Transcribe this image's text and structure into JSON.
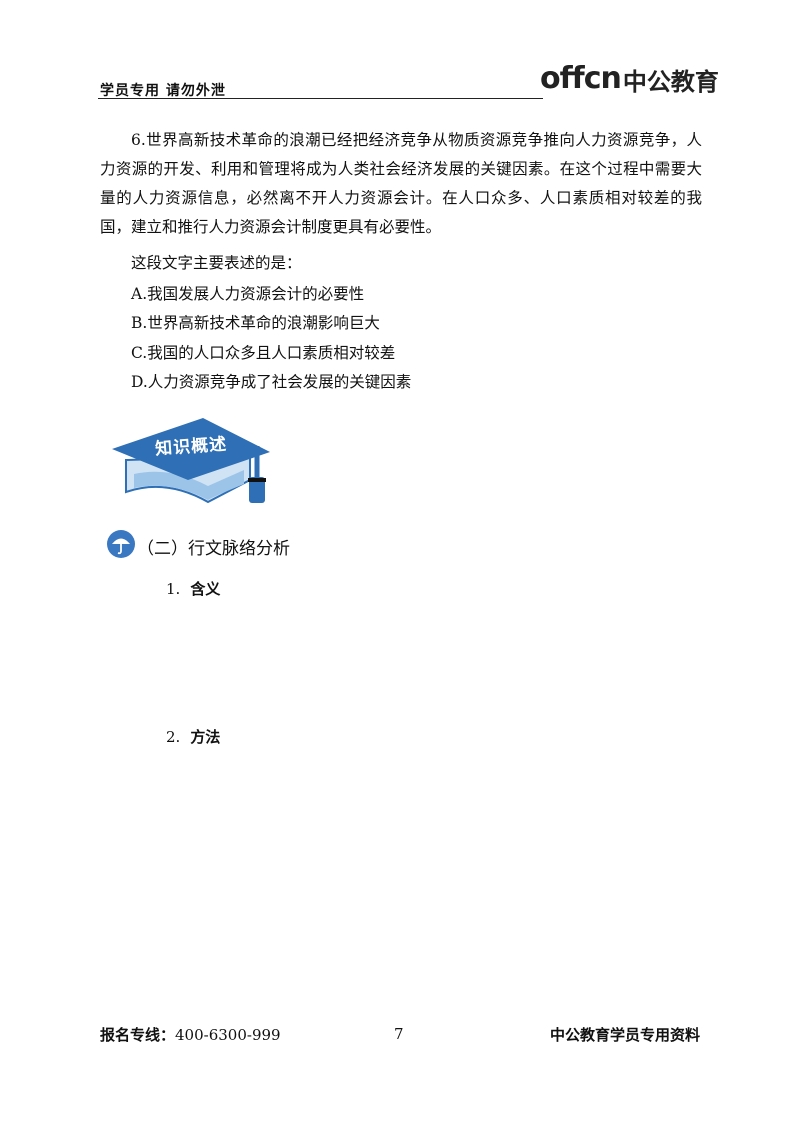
{
  "header": {
    "left_text": "学员专用  请勿外泄",
    "logo_en": "offcn",
    "logo_cn": "中公教育"
  },
  "question": {
    "paragraph": "6.世界高新技术革命的浪潮已经把经济竞争从物质资源竞争推向人力资源竞争，人力资源的开发、利用和管理将成为人类社会经济发展的关键因素。在这个过程中需要大量的人力资源信息，必然离不开人力资源会计。在人口众多、人口素质相对较差的我国，建立和推行人力资源会计制度更具有必要性。",
    "prompt": "这段文字主要表述的是：",
    "options": [
      "A.我国发展人力资源会计的必要性",
      "B.世界高新技术革命的浪潮影响巨大",
      "C.我国的人口众多且人口素质相对较差",
      "D.人力资源竞争成了社会发展的关键因素"
    ]
  },
  "badge": {
    "text": "知识概述"
  },
  "section": {
    "title": "（二）行文脉络分析",
    "items": [
      {
        "num": "1.",
        "text": "含义"
      },
      {
        "num": "2.",
        "text": "方法"
      }
    ]
  },
  "footer": {
    "hotline_label": "报名专线：",
    "hotline_number": "400-6300-999",
    "page_number": "7",
    "right_text": "中公教育学员专用资料"
  },
  "colors": {
    "cap_blue": "#2e6fb5",
    "cap_light": "#b9d6ef",
    "icon_blue": "#3a78c2"
  }
}
